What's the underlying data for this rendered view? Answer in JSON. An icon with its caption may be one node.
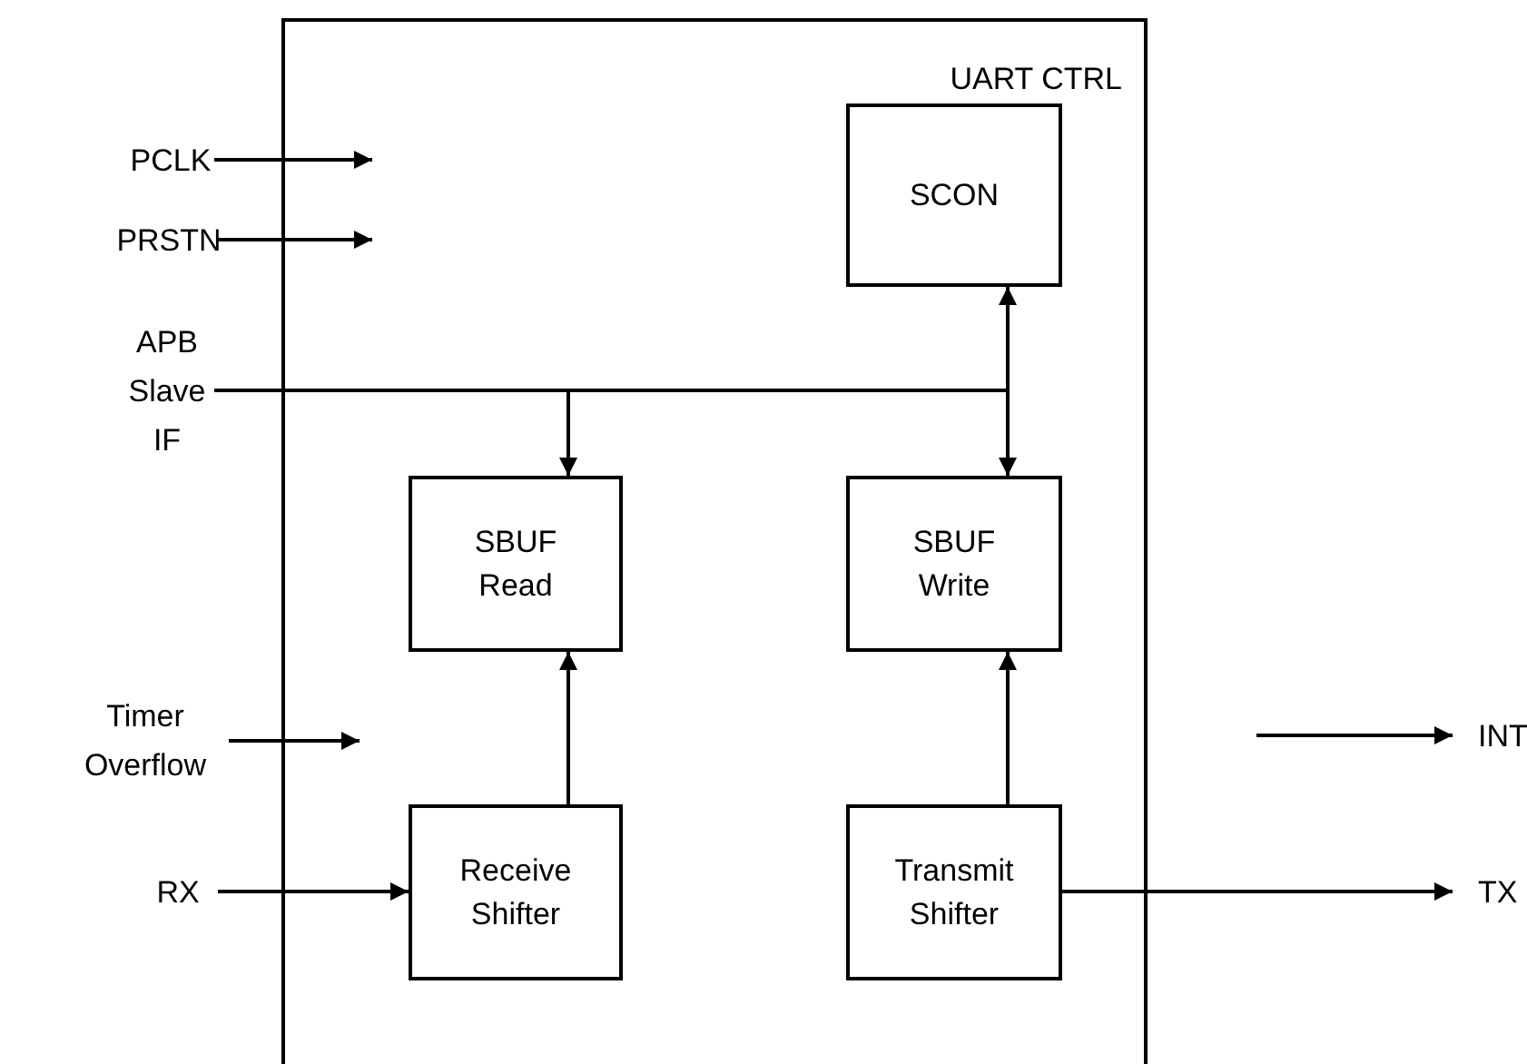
{
  "diagram": {
    "nodes": [
      {
        "text": [
          "UART CTRL"
        ]
      },
      {
        "text": [
          "SCON"
        ],
        "in": 0
      },
      {
        "text": [
          "PCLK"
        ]
      },
      {
        "text": [
          "PRSTN"
        ]
      },
      {
        "text": [
          "APB Slave IF"
        ]
      },
      {
        "text": [
          "SBUF Read"
        ],
        "in": 0
      },
      {
        "text": [
          "SBUF Write"
        ],
        "in": 0
      },
      {
        "text": [
          "Timer Overflow"
        ]
      },
      {
        "text": [
          "INT"
        ]
      },
      {
        "text": [
          "RX"
        ]
      },
      {
        "text": [
          "Receive Shifter"
        ],
        "in": 0
      },
      {
        "text": [
          "Transmit Shifter"
        ],
        "in": 0
      },
      {
        "text": [
          "TX"
        ]
      }
    ],
    "edges": [
      {
        "from": 2,
        "to": null,
        "arrow": "to"
      },
      {
        "from": 3,
        "to": null,
        "arrow": "to"
      },
      {
        "from": 4,
        "to": 5,
        "arrow": "to"
      },
      {
        "from": 4,
        "to": 1,
        "arrow": "to"
      },
      {
        "from": 4,
        "to": 6,
        "arrow": "to"
      },
      {
        "from": 7,
        "to": null,
        "arrow": "to"
      },
      {
        "from": null,
        "to": 8,
        "arrow": "to"
      },
      {
        "from": 9,
        "to": 10,
        "arrow": "to"
      },
      {
        "from": 10,
        "to": 5,
        "arrow": "to"
      },
      {
        "from": 11,
        "to": 6,
        "arrow": "to"
      },
      {
        "from": 11,
        "to": 12,
        "arrow": "to"
      }
    ]
  }
}
